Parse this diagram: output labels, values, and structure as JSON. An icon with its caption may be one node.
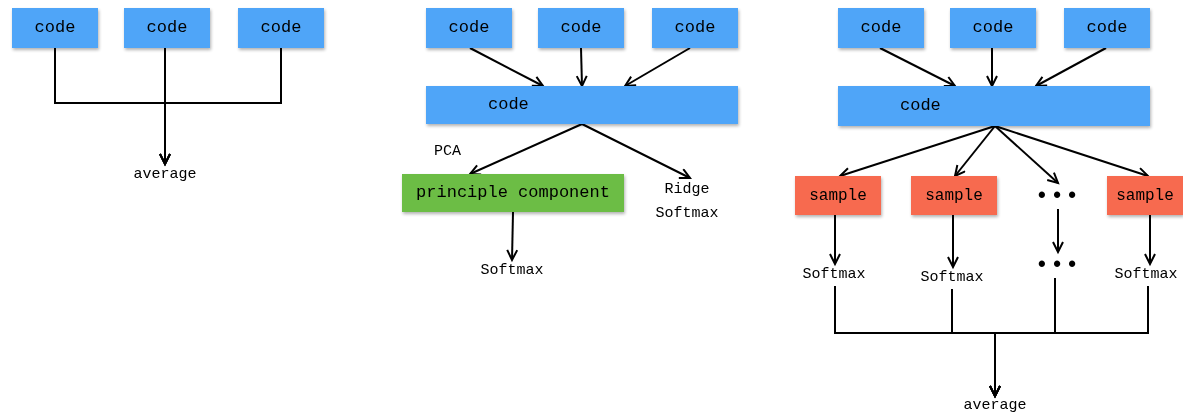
{
  "diagram": {
    "nodes": [
      {
        "text": [
          "code"
        ]
      },
      {
        "text": [
          "code"
        ]
      },
      {
        "text": [
          "code"
        ]
      },
      {
        "text": [
          "average"
        ]
      },
      {
        "text": [
          "code"
        ]
      },
      {
        "text": [
          "code"
        ]
      },
      {
        "text": [
          "code"
        ]
      },
      {
        "text": [
          "code"
        ]
      },
      {
        "text": [
          "principle component"
        ]
      },
      {
        "text": [
          "Ridge Softmax"
        ]
      },
      {
        "text": [
          "Softmax"
        ]
      },
      {
        "text": [
          "code"
        ]
      },
      {
        "text": [
          "code"
        ]
      },
      {
        "text": [
          "code"
        ]
      },
      {
        "text": [
          "code"
        ]
      },
      {
        "text": [
          "sample"
        ]
      },
      {
        "text": [
          "sample"
        ]
      },
      {
        "text": [
          "•••"
        ]
      },
      {
        "text": [
          "sample"
        ]
      },
      {
        "text": [
          "Softmax"
        ]
      },
      {
        "text": [
          "Softmax"
        ]
      },
      {
        "text": [
          "•••"
        ]
      },
      {
        "text": [
          "Softmax"
        ]
      },
      {
        "text": [
          "average"
        ]
      }
    ],
    "edges": [
      {
        "from": 0,
        "to": 3,
        "arrow": "to"
      },
      {
        "from": 1,
        "to": 3,
        "arrow": "to"
      },
      {
        "from": 2,
        "to": 3,
        "arrow": "to"
      },
      {
        "from": 4,
        "to": 7,
        "arrow": "to"
      },
      {
        "from": 5,
        "to": 7,
        "arrow": "to"
      },
      {
        "from": 6,
        "to": 7,
        "arrow": "to"
      },
      {
        "from": 7,
        "to": 8,
        "arrow": "to",
        "label": "PCA"
      },
      {
        "from": 7,
        "to": 9,
        "arrow": "to"
      },
      {
        "from": 8,
        "to": 10,
        "arrow": "to"
      },
      {
        "from": 11,
        "to": 14,
        "arrow": "to"
      },
      {
        "from": 12,
        "to": 14,
        "arrow": "to"
      },
      {
        "from": 13,
        "to": 14,
        "arrow": "to"
      },
      {
        "from": 14,
        "to": 15,
        "arrow": "to"
      },
      {
        "from": 14,
        "to": 16,
        "arrow": "to"
      },
      {
        "from": 14,
        "to": 17,
        "arrow": "to"
      },
      {
        "from": 14,
        "to": 18,
        "arrow": "to"
      },
      {
        "from": 15,
        "to": 19,
        "arrow": "to"
      },
      {
        "from": 16,
        "to": 20,
        "arrow": "to"
      },
      {
        "from": 17,
        "to": 21,
        "arrow": "to"
      },
      {
        "from": 18,
        "to": 22,
        "arrow": "to"
      },
      {
        "from": 19,
        "to": 23,
        "arrow": "to"
      },
      {
        "from": 20,
        "to": 23,
        "arrow": "to"
      },
      {
        "from": 21,
        "to": 23,
        "arrow": "to"
      },
      {
        "from": 22,
        "to": 23,
        "arrow": "to"
      }
    ]
  }
}
